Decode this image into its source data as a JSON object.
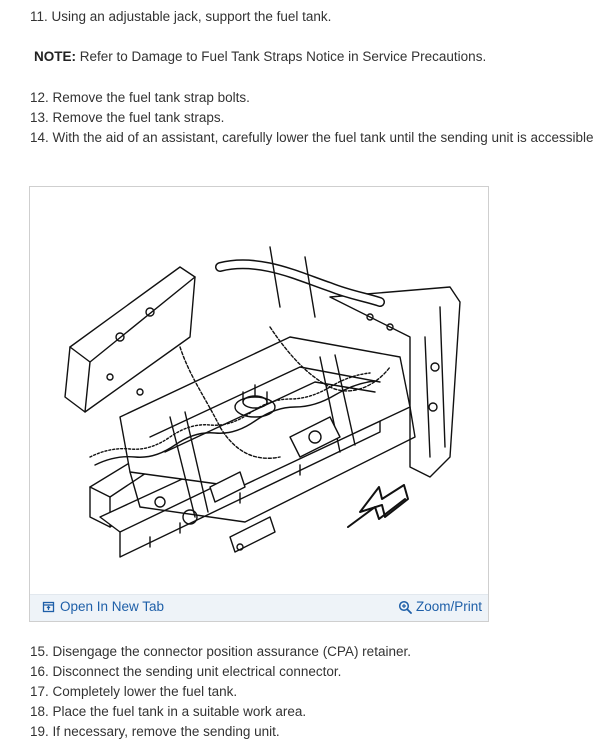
{
  "steps_before": [
    "11. Using an adjustable jack, support the fuel tank."
  ],
  "note": {
    "label": "NOTE:",
    "text": " Refer to Damage to Fuel Tank Straps Notice in Service Precautions."
  },
  "steps_middle": [
    "12. Remove the fuel tank strap bolts.",
    "13. Remove the fuel tank straps.",
    "14. With the aid of an assistant, carefully lower the fuel tank until the sending unit is accessible."
  ],
  "figure": {
    "open_label": "Open In New Tab",
    "zoom_label": "Zoom/Print",
    "link_color": "#1e5fa8"
  },
  "steps_after": [
    "15. Disengage the connector position assurance (CPA) retainer.",
    "16. Disconnect the sending unit electrical connector.",
    "17. Completely lower the fuel tank.",
    "18. Place the fuel tank in a suitable work area.",
    "19. If necessary, remove the sending unit."
  ]
}
